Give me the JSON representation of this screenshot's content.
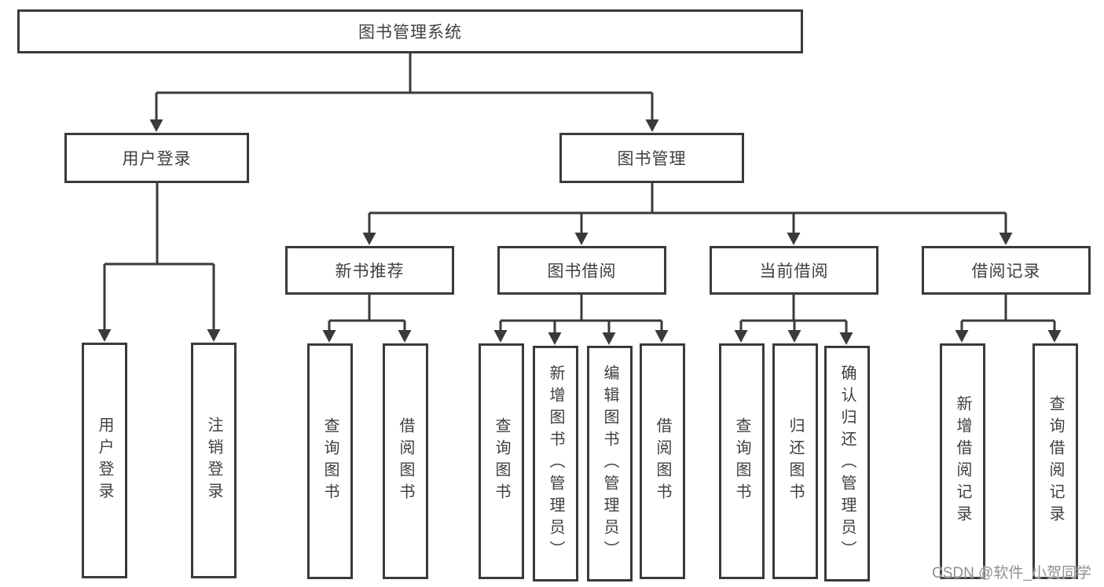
{
  "colors": {
    "line": "#3a3a3a",
    "text": "#3f3f3f",
    "watermark": "#8f8f8f"
  },
  "tree": {
    "root": "图书管理系统",
    "children": [
      {
        "label": "用户登录",
        "children": [
          {
            "label": "用户登录"
          },
          {
            "label": "注销登录"
          }
        ]
      },
      {
        "label": "图书管理",
        "children": [
          {
            "label": "新书推荐",
            "children": [
              {
                "label": "查询图书"
              },
              {
                "label": "借阅图书"
              }
            ]
          },
          {
            "label": "图书借阅",
            "children": [
              {
                "label": "查询图书"
              },
              {
                "label": "新增图书（管理员）"
              },
              {
                "label": "编辑图书（管理员）"
              },
              {
                "label": "借阅图书"
              }
            ]
          },
          {
            "label": "当前借阅",
            "children": [
              {
                "label": "查询图书"
              },
              {
                "label": "归还图书"
              },
              {
                "label": "确认归还（管理员）"
              }
            ]
          },
          {
            "label": "借阅记录",
            "children": [
              {
                "label": "新增借阅记录"
              },
              {
                "label": "查询借阅记录"
              }
            ]
          }
        ]
      }
    ]
  },
  "watermark": {
    "text": "CSDN @软件_小贺同学"
  }
}
